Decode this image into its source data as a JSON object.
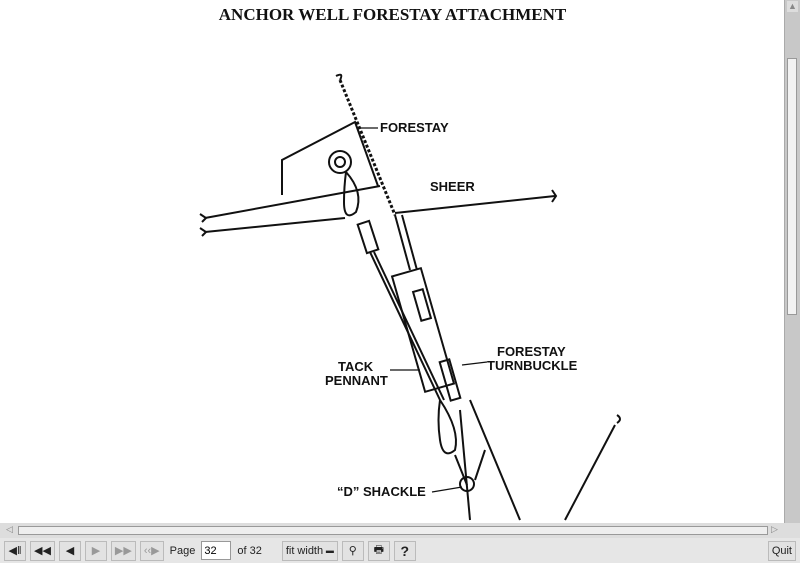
{
  "document": {
    "title": "ANCHOR WELL FORESTAY ATTACHMENT",
    "labels": {
      "forestay": "FORESTAY",
      "sheer": "SHEER",
      "tack_pennant_1": "TACK",
      "tack_pennant_2": "PENNANT",
      "turnbuckle_1": "FORESTAY",
      "turnbuckle_2": "TURNBUCKLE",
      "d_shackle": "“D” SHACKLE"
    }
  },
  "toolbar": {
    "page_label": "Page",
    "page_value": "32",
    "of_label": "of 32",
    "zoom_select": "fit width",
    "help": "?",
    "quit": "Quit"
  }
}
